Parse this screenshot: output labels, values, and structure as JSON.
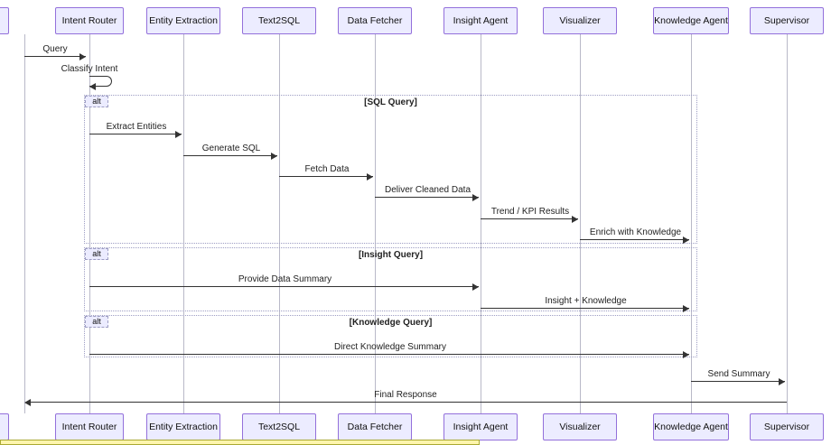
{
  "diagram": {
    "participants": [
      {
        "label": "Intent Router"
      },
      {
        "label": "Entity Extraction"
      },
      {
        "label": "Text2SQL"
      },
      {
        "label": "Data Fetcher"
      },
      {
        "label": "Insight Agent"
      },
      {
        "label": "Visualizer"
      },
      {
        "label": "Knowledge Agent"
      },
      {
        "label": "Supervisor"
      }
    ],
    "frames": [
      {
        "type": "alt",
        "condition": "[SQL Query]"
      },
      {
        "type": "alt",
        "condition": "[Insight Query]"
      },
      {
        "type": "alt",
        "condition": "[Knowledge Query]"
      }
    ],
    "messages": [
      {
        "label": "Query"
      },
      {
        "label": "Classify Intent"
      },
      {
        "label": "Extract Entities"
      },
      {
        "label": "Generate SQL"
      },
      {
        "label": "Fetch Data"
      },
      {
        "label": "Deliver Cleaned Data"
      },
      {
        "label": "Trend / KPI Results"
      },
      {
        "label": "Enrich with Knowledge"
      },
      {
        "label": "Provide Data Summary"
      },
      {
        "label": "Insight + Knowledge"
      },
      {
        "label": "Direct Knowledge Summary"
      },
      {
        "label": "Send Summary"
      },
      {
        "label": "Final Response"
      }
    ],
    "colors": {
      "participant_fill": "#ECECFF",
      "participant_border": "#9370DB",
      "frame_border": "#9E9EC4",
      "arrow": "#333333",
      "note_fill": "#FFF5AD",
      "note_border": "#AAAA33"
    }
  }
}
